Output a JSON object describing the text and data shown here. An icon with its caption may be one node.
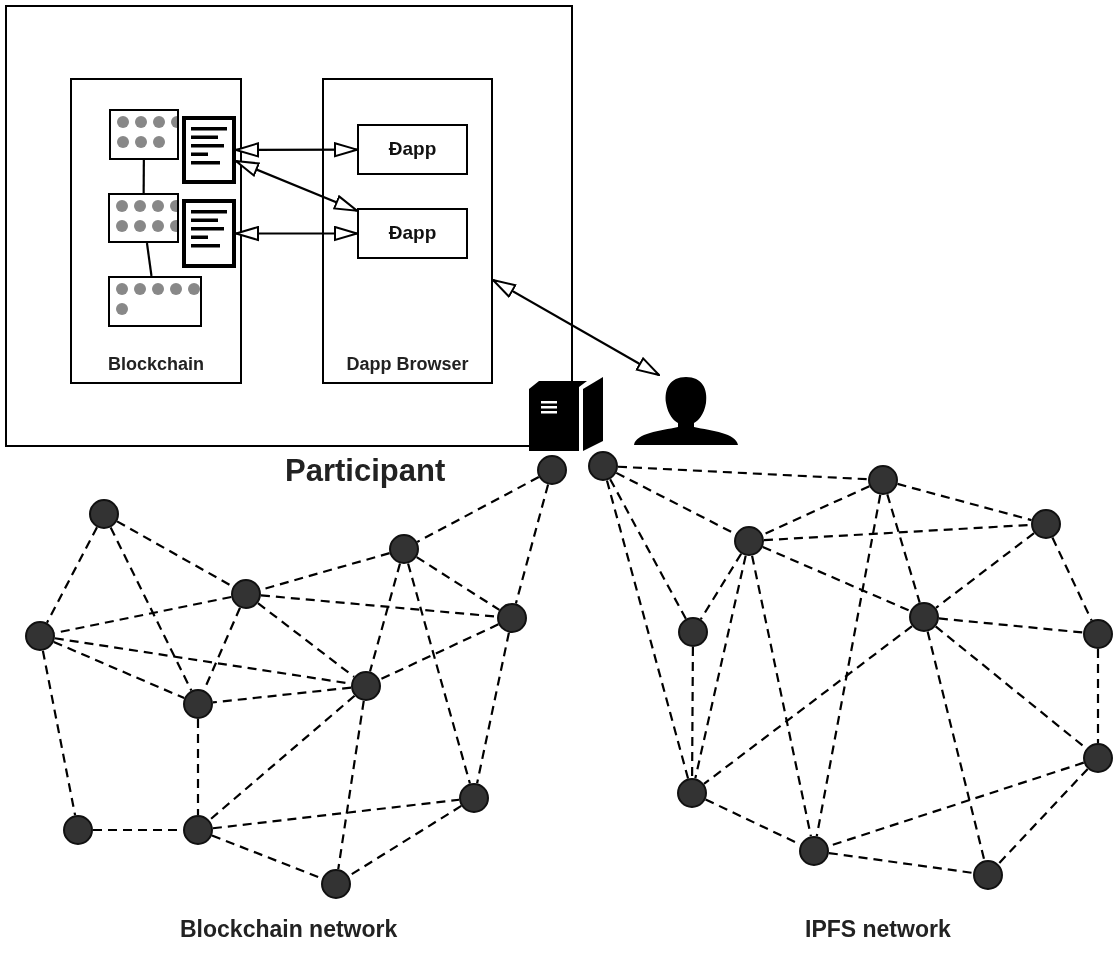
{
  "diagram": {
    "nodes": [
      {
        "text": [
          "Participant"
        ]
      },
      {
        "text": [
          "Blockchain"
        ],
        "in": 0
      },
      {
        "text": [
          "Dapp Browser"
        ],
        "in": 0
      },
      {
        "text": [
          "Đapp"
        ],
        "in": 2
      },
      {
        "text": [
          "Đapp"
        ],
        "in": 2
      },
      {
        "text": [],
        "shape": "box",
        "in": 1
      },
      {
        "text": [],
        "shape": "box",
        "in": 1
      },
      {
        "text": [],
        "shape": "box",
        "in": 1
      },
      {
        "text": [],
        "shape": "picture",
        "in": 1
      },
      {
        "text": [],
        "shape": "picture",
        "in": 1
      },
      {
        "text": [],
        "shape": "picture"
      },
      {
        "text": [],
        "shape": "person"
      },
      {
        "text": [],
        "shape": "circle"
      },
      {
        "text": [],
        "shape": "circle"
      },
      {
        "text": [],
        "shape": "circle"
      },
      {
        "text": [],
        "shape": "circle"
      },
      {
        "text": [],
        "shape": "circle"
      },
      {
        "text": [],
        "shape": "circle"
      },
      {
        "text": [],
        "shape": "circle"
      },
      {
        "text": [],
        "shape": "circle"
      },
      {
        "text": [],
        "shape": "circle"
      },
      {
        "text": [],
        "shape": "circle"
      },
      {
        "text": [],
        "shape": "circle"
      },
      {
        "text": [],
        "shape": "circle"
      },
      {
        "text": [],
        "shape": "circle"
      },
      {
        "text": [],
        "shape": "circle"
      },
      {
        "text": [],
        "shape": "circle"
      },
      {
        "text": [],
        "shape": "circle"
      },
      {
        "text": [],
        "shape": "circle"
      },
      {
        "text": [],
        "shape": "circle"
      },
      {
        "text": [],
        "shape": "circle"
      },
      {
        "text": [],
        "shape": "circle"
      },
      {
        "text": [],
        "shape": "circle"
      },
      {
        "text": [],
        "shape": "circle"
      },
      {
        "text": [],
        "shape": "circle"
      }
    ],
    "edges": [
      {
        "from": 8,
        "to": 3,
        "arrow": "both"
      },
      {
        "from": 8,
        "to": 4,
        "arrow": "both"
      },
      {
        "from": 9,
        "to": 4,
        "arrow": "both"
      },
      {
        "from": 2,
        "to": 11,
        "arrow": "both"
      },
      {
        "from": 5,
        "to": 6,
        "arrow": "none"
      },
      {
        "from": 6,
        "to": 7,
        "arrow": "none"
      },
      {
        "from": 12,
        "to": 14,
        "arrow": "none",
        "style": "dashed"
      },
      {
        "from": 12,
        "to": 17,
        "arrow": "none",
        "style": "dashed"
      },
      {
        "from": 13,
        "to": 16,
        "arrow": "none",
        "style": "dashed"
      },
      {
        "from": 13,
        "to": 19,
        "arrow": "none",
        "style": "dashed"
      },
      {
        "from": 13,
        "to": 15,
        "arrow": "none",
        "style": "dashed"
      },
      {
        "from": 14,
        "to": 15,
        "arrow": "none",
        "style": "dashed"
      },
      {
        "from": 14,
        "to": 17,
        "arrow": "none",
        "style": "dashed"
      },
      {
        "from": 14,
        "to": 18,
        "arrow": "none",
        "style": "dashed"
      },
      {
        "from": 14,
        "to": 22,
        "arrow": "none",
        "style": "dashed"
      },
      {
        "from": 15,
        "to": 16,
        "arrow": "none",
        "style": "dashed"
      },
      {
        "from": 15,
        "to": 17,
        "arrow": "none",
        "style": "dashed"
      },
      {
        "from": 15,
        "to": 19,
        "arrow": "none",
        "style": "dashed"
      },
      {
        "from": 15,
        "to": 18,
        "arrow": "none",
        "style": "dashed"
      },
      {
        "from": 16,
        "to": 18,
        "arrow": "none",
        "style": "dashed"
      },
      {
        "from": 16,
        "to": 19,
        "arrow": "none",
        "style": "dashed"
      },
      {
        "from": 16,
        "to": 20,
        "arrow": "none",
        "style": "dashed"
      },
      {
        "from": 17,
        "to": 18,
        "arrow": "none",
        "style": "dashed"
      },
      {
        "from": 17,
        "to": 22,
        "arrow": "none",
        "style": "dashed"
      },
      {
        "from": 18,
        "to": 19,
        "arrow": "none",
        "style": "dashed"
      },
      {
        "from": 18,
        "to": 21,
        "arrow": "none",
        "style": "dashed"
      },
      {
        "from": 18,
        "to": 23,
        "arrow": "none",
        "style": "dashed"
      },
      {
        "from": 19,
        "to": 21,
        "arrow": "none",
        "style": "dashed"
      },
      {
        "from": 20,
        "to": 21,
        "arrow": "none",
        "style": "dashed"
      },
      {
        "from": 21,
        "to": 22,
        "arrow": "none",
        "style": "dashed"
      },
      {
        "from": 21,
        "to": 23,
        "arrow": "none",
        "style": "dashed"
      },
      {
        "from": 22,
        "to": 23,
        "arrow": "none",
        "style": "dashed"
      },
      {
        "from": 24,
        "to": 25,
        "arrow": "none",
        "style": "dashed"
      },
      {
        "from": 24,
        "to": 26,
        "arrow": "none",
        "style": "dashed"
      },
      {
        "from": 24,
        "to": 28,
        "arrow": "none",
        "style": "dashed"
      },
      {
        "from": 24,
        "to": 32,
        "arrow": "none",
        "style": "dashed"
      },
      {
        "from": 25,
        "to": 26,
        "arrow": "none",
        "style": "dashed"
      },
      {
        "from": 25,
        "to": 27,
        "arrow": "none",
        "style": "dashed"
      },
      {
        "from": 25,
        "to": 29,
        "arrow": "none",
        "style": "dashed"
      },
      {
        "from": 25,
        "to": 33,
        "arrow": "none",
        "style": "dashed"
      },
      {
        "from": 26,
        "to": 27,
        "arrow": "none",
        "style": "dashed"
      },
      {
        "from": 26,
        "to": 29,
        "arrow": "none",
        "style": "dashed"
      },
      {
        "from": 26,
        "to": 28,
        "arrow": "none",
        "style": "dashed"
      },
      {
        "from": 26,
        "to": 32,
        "arrow": "none",
        "style": "dashed"
      },
      {
        "from": 26,
        "to": 33,
        "arrow": "none",
        "style": "dashed"
      },
      {
        "from": 27,
        "to": 29,
        "arrow": "none",
        "style": "dashed"
      },
      {
        "from": 27,
        "to": 30,
        "arrow": "none",
        "style": "dashed"
      },
      {
        "from": 28,
        "to": 32,
        "arrow": "none",
        "style": "dashed"
      },
      {
        "from": 29,
        "to": 30,
        "arrow": "none",
        "style": "dashed"
      },
      {
        "from": 29,
        "to": 32,
        "arrow": "none",
        "style": "dashed"
      },
      {
        "from": 29,
        "to": 31,
        "arrow": "none",
        "style": "dashed"
      },
      {
        "from": 29,
        "to": 34,
        "arrow": "none",
        "style": "dashed"
      },
      {
        "from": 30,
        "to": 31,
        "arrow": "none",
        "style": "dashed"
      },
      {
        "from": 31,
        "to": 33,
        "arrow": "none",
        "style": "dashed"
      },
      {
        "from": 31,
        "to": 34,
        "arrow": "none",
        "style": "dashed"
      },
      {
        "from": 32,
        "to": 33,
        "arrow": "none",
        "style": "dashed"
      },
      {
        "from": 33,
        "to": 34,
        "arrow": "none",
        "style": "dashed"
      }
    ],
    "labels": [
      "Blockchain network",
      "IPFS network"
    ]
  }
}
